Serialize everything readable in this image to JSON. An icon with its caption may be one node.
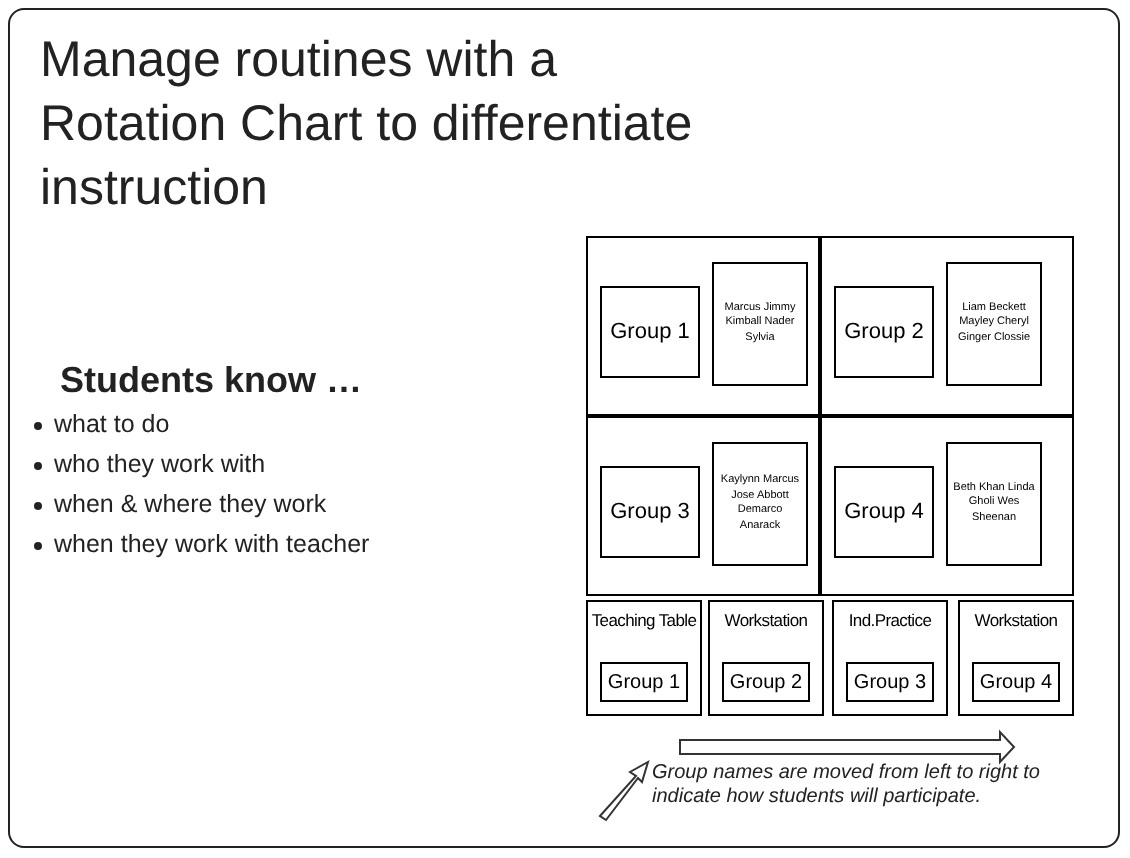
{
  "diagram": {
    "title": "Manage routines with a Rotation Chart to differentiate instruction",
    "nodes": [
      {
        "text": [],
        "shape": "box"
      },
      {
        "text": [
          "Group 1"
        ],
        "in": 0
      },
      {
        "text": [
          "Marcus Jimmy Kimball Nader Sylvia"
        ],
        "in": 0
      },
      {
        "text": [],
        "shape": "box"
      },
      {
        "text": [
          "Group 2"
        ],
        "in": 3
      },
      {
        "text": [
          "Liam Beckett Mayley Cheryl Ginger Clossie"
        ],
        "in": 3
      },
      {
        "text": [],
        "shape": "box"
      },
      {
        "text": [
          "Group 3"
        ],
        "in": 6
      },
      {
        "text": [
          "Kaylynn Marcus Jose Abbott Demarco Anarack"
        ],
        "in": 6
      },
      {
        "text": [],
        "shape": "box"
      },
      {
        "text": [
          "Group 4"
        ],
        "in": 9
      },
      {
        "text": [
          "Beth Khan Linda Gholi Wes Sheenan"
        ],
        "in": 9
      },
      {
        "text": [
          "Teaching Table"
        ]
      },
      {
        "text": [
          "Group 1"
        ],
        "in": 12
      },
      {
        "text": [
          "Workstation"
        ]
      },
      {
        "text": [
          "Group 2"
        ],
        "in": 14
      },
      {
        "text": [
          "Ind.Practice"
        ]
      },
      {
        "text": [
          "Group 3"
        ],
        "in": 16
      },
      {
        "text": [
          "Workstation"
        ]
      },
      {
        "text": [
          "Group 4"
        ],
        "in": 18
      }
    ],
    "labels": [
      "Students know …",
      "what to do",
      "who they work with",
      "when & where they work",
      "when they work with teacher",
      "Group names are moved from left to right to indicate how students will participate."
    ]
  }
}
